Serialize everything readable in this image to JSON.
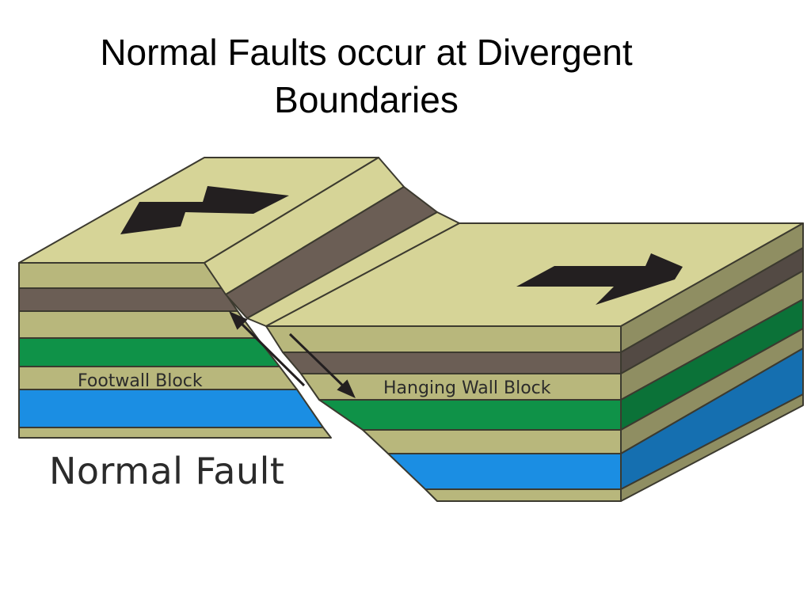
{
  "title": {
    "line1": "Normal Faults occur at Divergent",
    "line2": "Boundaries"
  },
  "diagram": {
    "footwall_label": "Footwall Block",
    "hanging_wall_label": "Hanging Wall Block",
    "caption": "Normal Fault",
    "icons": [
      "motion-arrow-left-icon",
      "motion-arrow-right-icon",
      "slip-arrow-up-icon",
      "slip-arrow-down-icon"
    ],
    "colors": {
      "tan_layer": "#b8b77c",
      "tan_top": "#d6d497",
      "gray_layer": "#6b5e55",
      "green_layer": "#0f9248",
      "blue_layer": "#1b8ee3",
      "arrow": "#231f20",
      "outline": "#3c3a2f"
    }
  }
}
